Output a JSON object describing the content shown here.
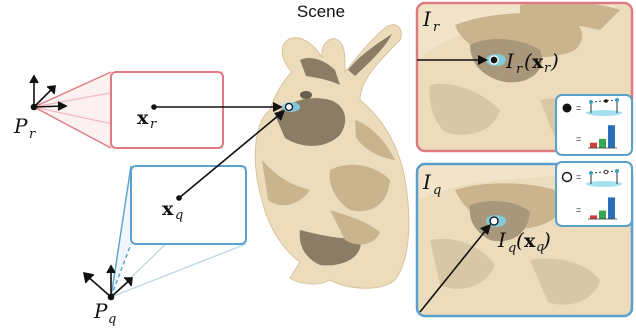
{
  "scene_title": "Scene",
  "reference_camera": {
    "label": "P",
    "sub": "r",
    "color": "#e07a82"
  },
  "query_camera": {
    "label": "P",
    "sub": "q",
    "color": "#5aa0cc"
  },
  "ref_point": {
    "label": "x",
    "sub": "r"
  },
  "query_point": {
    "label": "x",
    "sub": "q"
  },
  "ref_image": {
    "label": "I",
    "sub": "r",
    "sample_label": "I",
    "sample_sub": "r",
    "sample_arg": "x",
    "sample_arg_sub": "r"
  },
  "query_image": {
    "label": "I",
    "sub": "q",
    "sample_label": "I",
    "sample_sub": "q",
    "sample_arg": "x",
    "sample_arg_sub": "q"
  },
  "inset_top": {
    "marker": "filled",
    "eq": "=",
    "bars": [
      0.22,
      0.38,
      0.95
    ],
    "bar_colors": [
      "#d43c3c",
      "#3aa652",
      "#2b6fb6"
    ]
  },
  "inset_bottom": {
    "marker": "hollow",
    "eq": "=",
    "bars": [
      0.15,
      0.35,
      0.9
    ],
    "bar_colors": [
      "#d43c3c",
      "#3aa652",
      "#2b6fb6"
    ]
  },
  "colors": {
    "bunny_light": "#ecdcbc",
    "bunny_mid": "#c9b48d",
    "bunny_dark": "#8a7c65",
    "highlight": "#7fd3ea"
  }
}
